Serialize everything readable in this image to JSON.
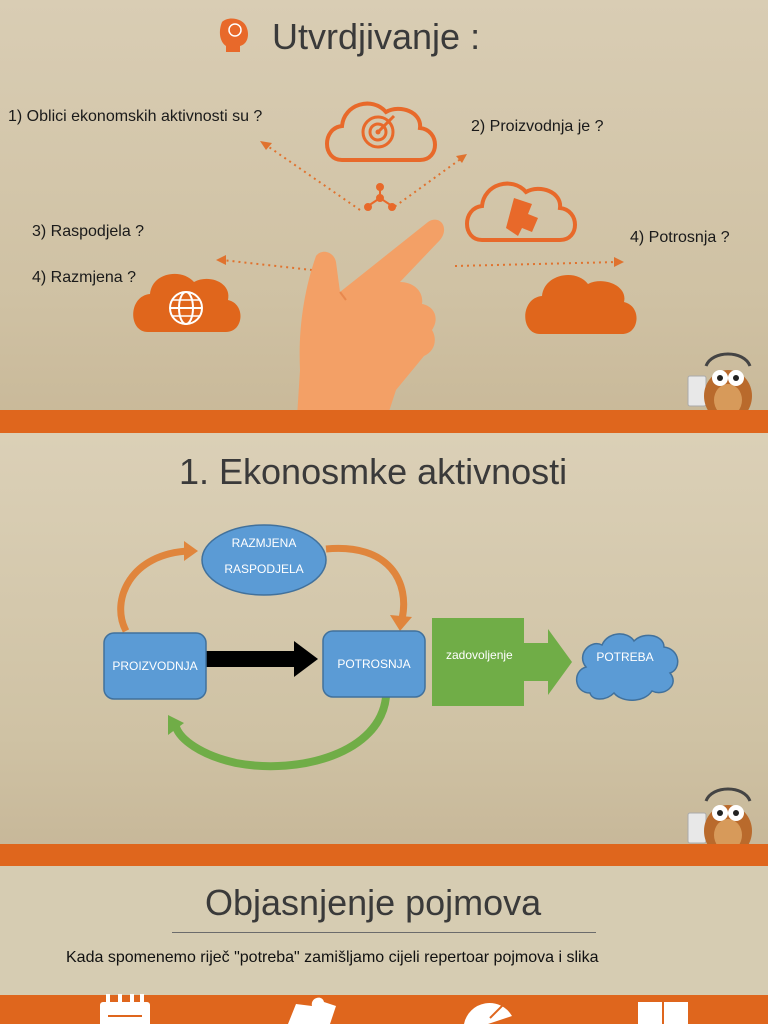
{
  "slide1": {
    "title": "Utvrdjivanje :",
    "questions": {
      "q1": "1) Oblici ekonomskih aktivnosti su ?",
      "q2": "2) Proizvodnja je ?",
      "q3": "3) Raspodjela ?",
      "q4a": "4) Razmjena ?",
      "q4b": "4) Potrosnja ?"
    },
    "icons": [
      "brain-head-icon",
      "target-cloud-icon",
      "puzzle-cloud-icon",
      "globe-cloud-icon",
      "plain-cloud-icon",
      "network-icon",
      "pointing-hand-icon",
      "owl-mascot-icon"
    ]
  },
  "slide2": {
    "title": "1. Ekonosmke aktivnosti",
    "nodes": {
      "exchange_line1": "RAZMJENA",
      "exchange_line2": "RASPODJELA",
      "production": "PROIZVODNJA",
      "consumption": "POTROSNJA",
      "satisfaction": "zadovoljenje",
      "need": "POTREBA"
    },
    "colors": {
      "node_blue": "#5b9bd5",
      "arrow_green": "#70ad47",
      "arrow_orange": "#e0853c",
      "arrow_black": "#000000"
    }
  },
  "slide3": {
    "title": "Objasnjenje pojmova",
    "body": "Kada spomenemo riječ \"potreba\" zamišljamo cijeli repertoar pojmova i slika",
    "icons": [
      "notepad-icon",
      "puzzle-icon",
      "pie-chart-icon",
      "book-icon"
    ]
  },
  "colors": {
    "accent": "#df661d",
    "orange_icon": "#e8692a"
  }
}
